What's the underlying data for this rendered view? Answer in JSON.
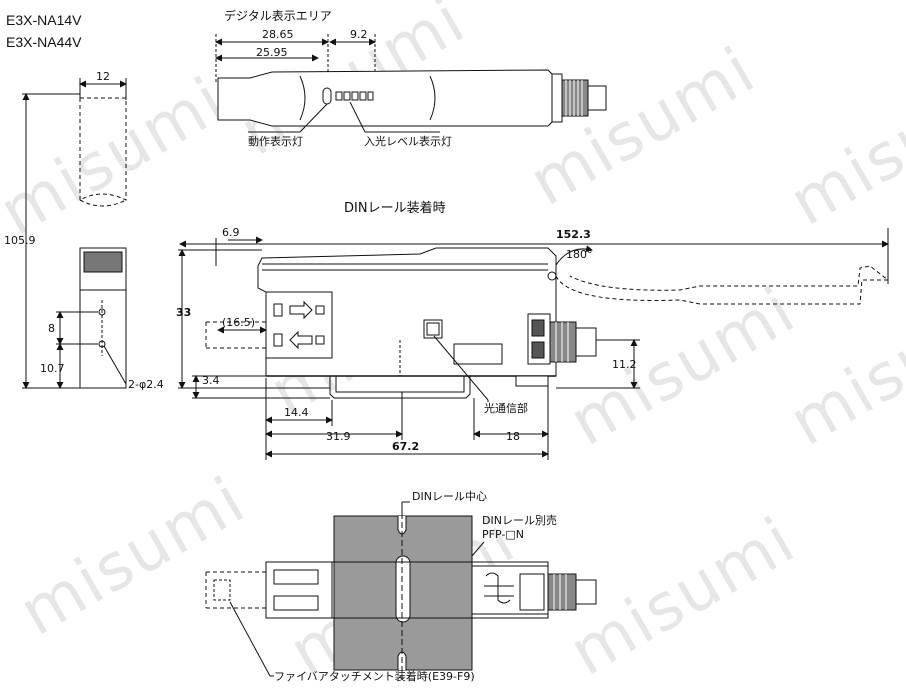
{
  "models": [
    "E3X-NA14V",
    "E3X-NA44V"
  ],
  "watermark": "misumi",
  "top_view": {
    "title": "デジタル表示エリア",
    "dims": {
      "d1": "28.65",
      "d2": "25.95",
      "d3": "9.2"
    },
    "labels": {
      "op_indicator": "動作表示灯",
      "light_level": "入光レベル表示灯"
    }
  },
  "side_view": {
    "dims": {
      "width": "12",
      "height": "105.9",
      "pitch": "8",
      "bottom": "10.7",
      "holes": "2-φ2.4"
    }
  },
  "din_view": {
    "title": "DINレール装着時",
    "dims": {
      "d69": "6.9",
      "d1523": "152.3",
      "angle": "180°",
      "d33": "33",
      "d165": "(16.5)",
      "d112": "11.2",
      "d34": "3.4",
      "d144": "14.4",
      "d319": "31.9",
      "d18": "18",
      "d672": "67.2"
    },
    "labels": {
      "optical": "光通信部"
    }
  },
  "bottom_view": {
    "labels": {
      "rail_center": "DINレール中心",
      "rail_sold": "DINレール別売",
      "rail_part": "PFP-□N",
      "fiber_attach": "ファイバアタッチメント装着時(E39-F9)"
    }
  }
}
